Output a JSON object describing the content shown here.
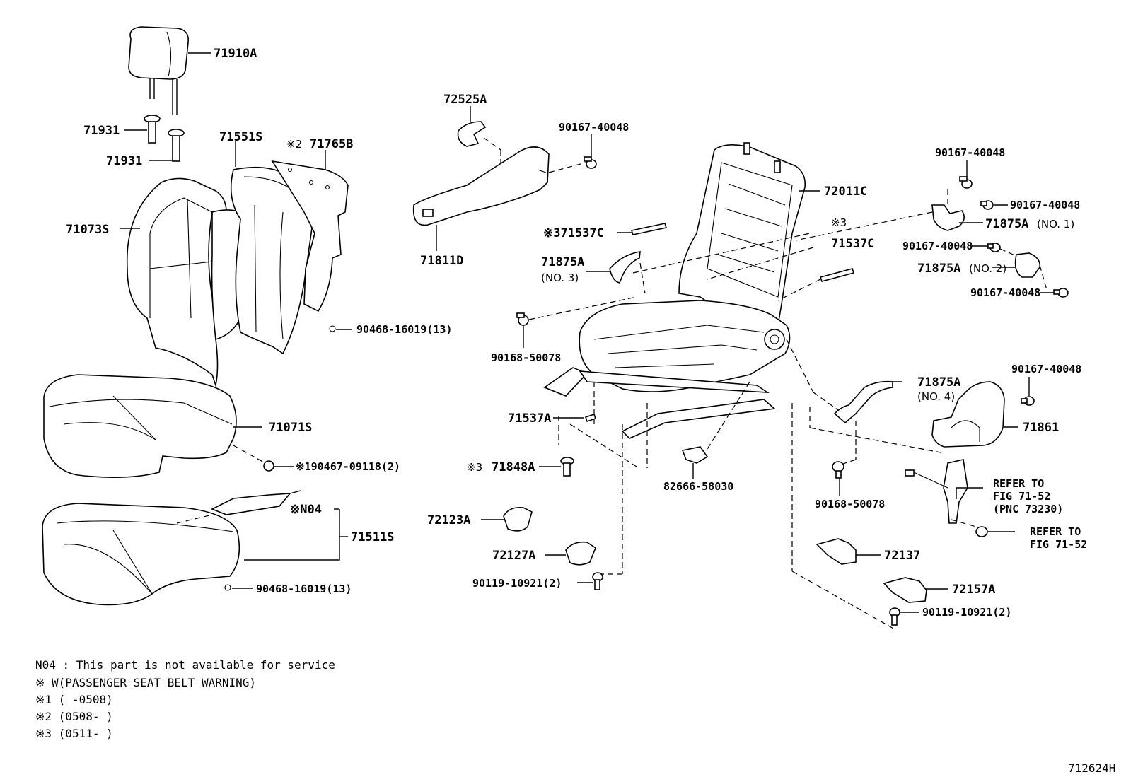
{
  "diagram": {
    "figure_id": "712624H",
    "labels": {
      "l71910A": "71910A",
      "l71931a": "71931",
      "l71931b": "71931",
      "l71551S": "71551S",
      "l71765B": "71765B",
      "l71765B_mark": "※2",
      "l71073S": "71073S",
      "l90468a": "90468-16019(13)",
      "l71071S": "71071S",
      "l190467": "※190467-09118(2)",
      "lN04": "※N04",
      "l71511S": "71511S",
      "l90468b": "90468-16019(13)",
      "l72525A": "72525A",
      "l90167a": "90167-40048",
      "l71811D": "71811D",
      "l71537C_left": "※371537C",
      "l71875A_no3": "71875A",
      "l71875A_no3_sub": "(NO. 3)",
      "l90168a": "90168-50078",
      "l72011C": "72011C",
      "l71537C_right_mark": "※3",
      "l71537C_right": "71537C",
      "l90167b": "90167-40048",
      "l90167c": "90167-40048",
      "l71875A_no1": "71875A",
      "l71875A_no1_sub": "(NO. 1)",
      "l90167d": "90167-40048",
      "l71875A_no2": "71875A",
      "l71875A_no2_sub": "(NO. 2)",
      "l90167e": "90167-40048",
      "l71537A": "71537A",
      "l71848A_mark": "※3",
      "l71848A": "71848A",
      "l82666": "82666-58030",
      "l71875A_no4": "71875A",
      "l71875A_no4_sub": "(NO. 4)",
      "l90167f": "90167-40048",
      "l71861": "71861",
      "l90168b": "90168-50078",
      "l72123A": "72123A",
      "l72127A": "72127A",
      "l90119a": "90119-10921(2)",
      "l72137": "72137",
      "l72157A": "72157A",
      "l90119b": "90119-10921(2)",
      "refer1_line1": "REFER TO",
      "refer1_line2": "FIG 71-52",
      "refer1_line3": "(PNC 73230)",
      "refer2_line1": "REFER TO",
      "refer2_line2": "FIG 71-52"
    },
    "notes": [
      "N04 : This part is not available for service",
      "※  W(PASSENGER SEAT BELT WARNING)",
      "※1 (     -0508)",
      "※2 (0508-     )",
      "※3 (0511-     )"
    ]
  }
}
